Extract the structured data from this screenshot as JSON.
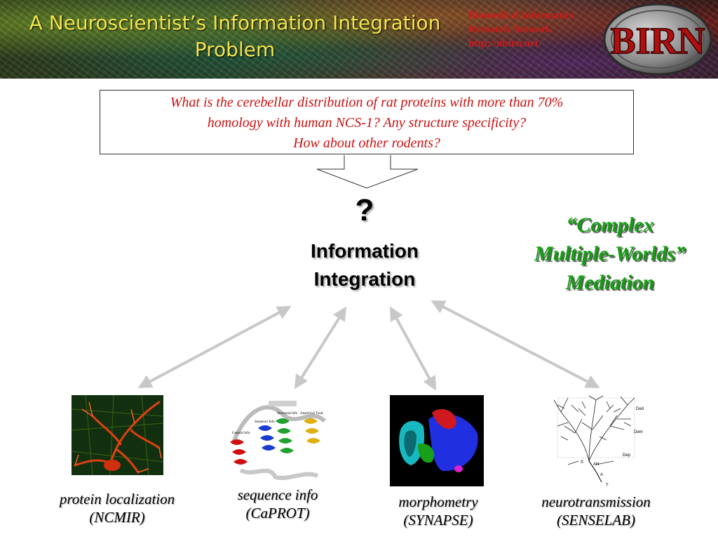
{
  "header": {
    "title": "A Neuroscientist’s Information Integration Problem",
    "birn_lines": [
      "Biomedical Informatics",
      "Research Network",
      "http://nbirn.net"
    ],
    "logo_text": "BIRN"
  },
  "question": {
    "lines": [
      "What is the cerebellar distribution of rat proteins with more than 70%",
      "homology with human NCS-1? Any structure specificity?",
      "How about other rodents?"
    ]
  },
  "center": {
    "symbol": "?",
    "label_lines": [
      "Information",
      "Integration"
    ]
  },
  "mediation": {
    "lines": [
      "“Complex",
      "Multiple-Worlds”",
      "Mediation"
    ]
  },
  "sources": [
    {
      "name": "protein localization",
      "source": "(NCMIR)"
    },
    {
      "name": "sequence info",
      "source": "(CaPROT)"
    },
    {
      "name": "morphometry",
      "source": "(SYNAPSE)"
    },
    {
      "name": "neurotransmission",
      "source": "(SENSELAB)"
    }
  ],
  "image_labels": {
    "sequence": [
      "General Info",
      "Sequence Info",
      "Structural Info",
      "Analytical Tools"
    ],
    "neuro": [
      "Ded",
      "Dem",
      "Dep",
      "S",
      "AH",
      "A",
      "T"
    ]
  },
  "colors": {
    "title": "#f2e64a",
    "question_text": "#cc1111",
    "mediation": "#12a010",
    "arrows": "#c8c8c8"
  }
}
